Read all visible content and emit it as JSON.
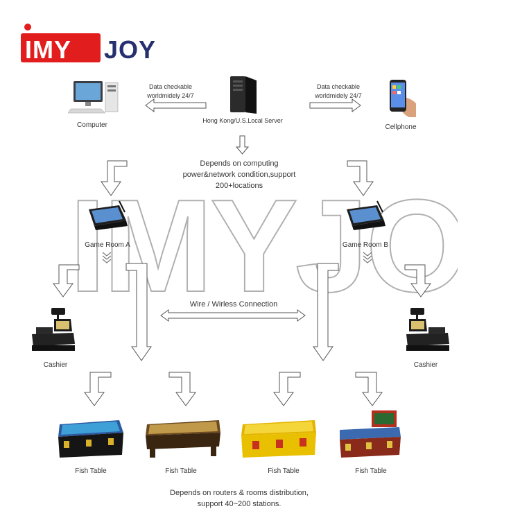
{
  "logo": {
    "part1": "IMY",
    "part2": "JOY",
    "primary_color": "#e11d1d",
    "secondary_color": "#27306f"
  },
  "watermark": {
    "text": "IMYJOY"
  },
  "server": {
    "label": "Hong Kong/U.S.Local Server",
    "icon": "server-tower-icon"
  },
  "computer": {
    "label": "Computer",
    "icon": "desktop-computer-icon"
  },
  "cellphone": {
    "label": "Cellphone",
    "icon": "smartphone-icon"
  },
  "data_left": "Data checkable worldmidely 24/7",
  "data_right": "Data checkable worldmidely 24/7",
  "capacity_note": "Depends on computing power&network condition,support 200+locations",
  "room_a": {
    "label": "Game Room A",
    "icon": "pos-terminal-icon"
  },
  "room_b": {
    "label": "Game Room B",
    "icon": "pos-terminal-icon"
  },
  "connection": "Wire / Wirless  Connection",
  "cashier_left": {
    "label": "Cashier",
    "icon": "cash-register-icon"
  },
  "cashier_right": {
    "label": "Cashier",
    "icon": "cash-register-icon"
  },
  "fish_tables": [
    {
      "label": "Fish Table",
      "icon": "fish-table-icon"
    },
    {
      "label": "Fish Table",
      "icon": "fish-table-icon"
    },
    {
      "label": "Fish Table",
      "icon": "fish-table-icon"
    },
    {
      "label": "Fish Table",
      "icon": "fish-table-icon"
    }
  ],
  "stations_note": "Depends on routers & rooms distribution, support 40~200 stations."
}
